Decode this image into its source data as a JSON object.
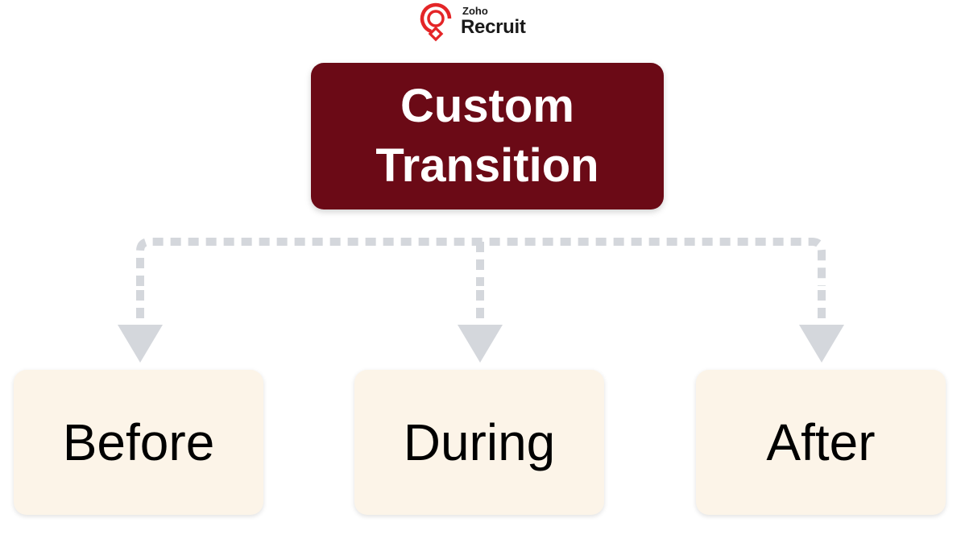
{
  "logo": {
    "brand_small": "Zoho",
    "brand_big": "Recruit",
    "mark_color": "#e42527"
  },
  "diagram": {
    "root": {
      "label": "Custom Transition",
      "fill": "#6b0a16"
    },
    "children": [
      {
        "id": "before",
        "label": "Before"
      },
      {
        "id": "during",
        "label": "During"
      },
      {
        "id": "after",
        "label": "After"
      }
    ],
    "child_fill": "#fcf4e8",
    "connector_color": "#d4d7dc",
    "connector_style": "dotted",
    "arrow_direction": "down"
  }
}
